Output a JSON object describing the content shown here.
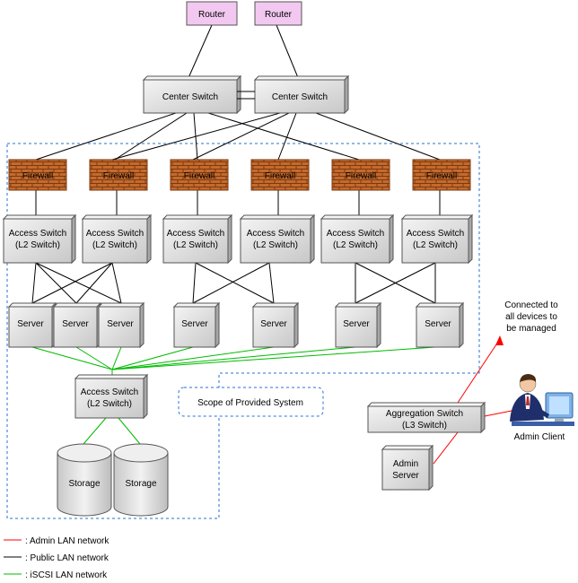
{
  "routers": [
    "Router",
    "Router"
  ],
  "center_switches": [
    "Center Switch",
    "Center Switch"
  ],
  "firewall_label": "Firewall",
  "access_switch_label": [
    "Access Switch",
    "(L2 Switch)"
  ],
  "server_label": "Server",
  "storage_label": "Storage",
  "scope_label": "Scope of Provided System",
  "aggregation_switch_label": [
    "Aggregation Switch",
    "(L3 Switch)"
  ],
  "admin_server_label": [
    "Admin",
    "Server"
  ],
  "admin_client_label": "Admin Client",
  "connected_note": [
    "Connected to",
    "all devices to",
    "be managed"
  ],
  "legend": [
    {
      "text": ": Admin LAN network",
      "color": "#ff0000"
    },
    {
      "text": ": Public LAN network",
      "color": "#000000"
    },
    {
      "text": ": iSCSI LAN network",
      "color": "#00bb00"
    }
  ],
  "colors": {
    "router_fill": "#f2c8f0",
    "box_fill": "#e6e6e6",
    "firewall_brick": "#c56a2c",
    "scope_border": "#2a6fd6",
    "admin_lan": "#ff0000",
    "public_lan": "#000000",
    "iscsi_lan": "#00bb00"
  }
}
